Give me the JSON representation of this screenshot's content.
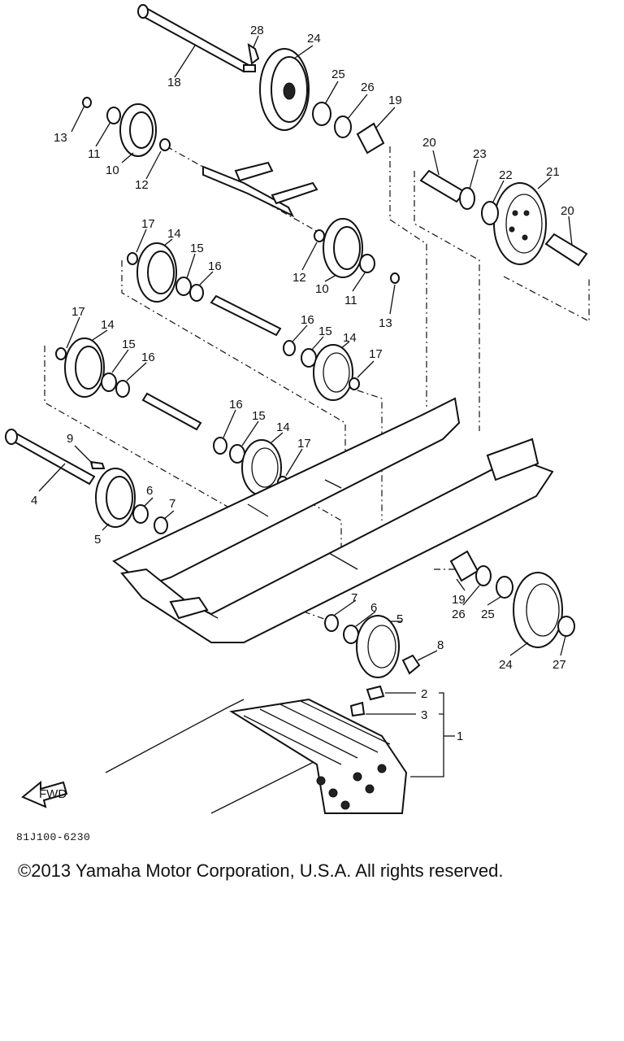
{
  "diagram": {
    "callouts": [
      {
        "id": "c28a",
        "text": "28"
      },
      {
        "id": "c24a",
        "text": "24"
      },
      {
        "id": "c18",
        "text": "18"
      },
      {
        "id": "c25a",
        "text": "25"
      },
      {
        "id": "c26a",
        "text": "26"
      },
      {
        "id": "c19a",
        "text": "19"
      },
      {
        "id": "c13a",
        "text": "13"
      },
      {
        "id": "c11a",
        "text": "11"
      },
      {
        "id": "c10a",
        "text": "10"
      },
      {
        "id": "c12a",
        "text": "12"
      },
      {
        "id": "c20a",
        "text": "20"
      },
      {
        "id": "c23",
        "text": "23"
      },
      {
        "id": "c22",
        "text": "22"
      },
      {
        "id": "c21",
        "text": "21"
      },
      {
        "id": "c20b",
        "text": "20"
      },
      {
        "id": "c17a",
        "text": "17"
      },
      {
        "id": "c14a",
        "text": "14"
      },
      {
        "id": "c15a",
        "text": "15"
      },
      {
        "id": "c16a",
        "text": "16"
      },
      {
        "id": "c12b",
        "text": "12"
      },
      {
        "id": "c10b",
        "text": "10"
      },
      {
        "id": "c11b",
        "text": "11"
      },
      {
        "id": "c13b",
        "text": "13"
      },
      {
        "id": "c17b",
        "text": "17"
      },
      {
        "id": "c14b",
        "text": "14"
      },
      {
        "id": "c15b",
        "text": "15"
      },
      {
        "id": "c16b",
        "text": "16"
      },
      {
        "id": "c16c",
        "text": "16"
      },
      {
        "id": "c15c",
        "text": "15"
      },
      {
        "id": "c14c",
        "text": "14"
      },
      {
        "id": "c17c",
        "text": "17"
      },
      {
        "id": "c16d",
        "text": "16"
      },
      {
        "id": "c15d",
        "text": "15"
      },
      {
        "id": "c14d",
        "text": "14"
      },
      {
        "id": "c17d",
        "text": "17"
      },
      {
        "id": "c9",
        "text": "9"
      },
      {
        "id": "c4",
        "text": "4"
      },
      {
        "id": "c6a",
        "text": "6"
      },
      {
        "id": "c7a",
        "text": "7"
      },
      {
        "id": "c5a",
        "text": "5"
      },
      {
        "id": "c7b",
        "text": "7"
      },
      {
        "id": "c6b",
        "text": "6"
      },
      {
        "id": "c5b",
        "text": "5"
      },
      {
        "id": "c8",
        "text": "8"
      },
      {
        "id": "c19b",
        "text": "19"
      },
      {
        "id": "c26b",
        "text": "26"
      },
      {
        "id": "c25b",
        "text": "25"
      },
      {
        "id": "c24b",
        "text": "24"
      },
      {
        "id": "c27",
        "text": "27"
      },
      {
        "id": "c2",
        "text": "2"
      },
      {
        "id": "c3",
        "text": "3"
      },
      {
        "id": "c1",
        "text": "1"
      }
    ],
    "fwd_label": "FWD",
    "figure_code": "81J100-6230"
  },
  "footer": {
    "copyright": "©2013 Yamaha Motor Corporation, U.S.A. All rights reserved."
  }
}
